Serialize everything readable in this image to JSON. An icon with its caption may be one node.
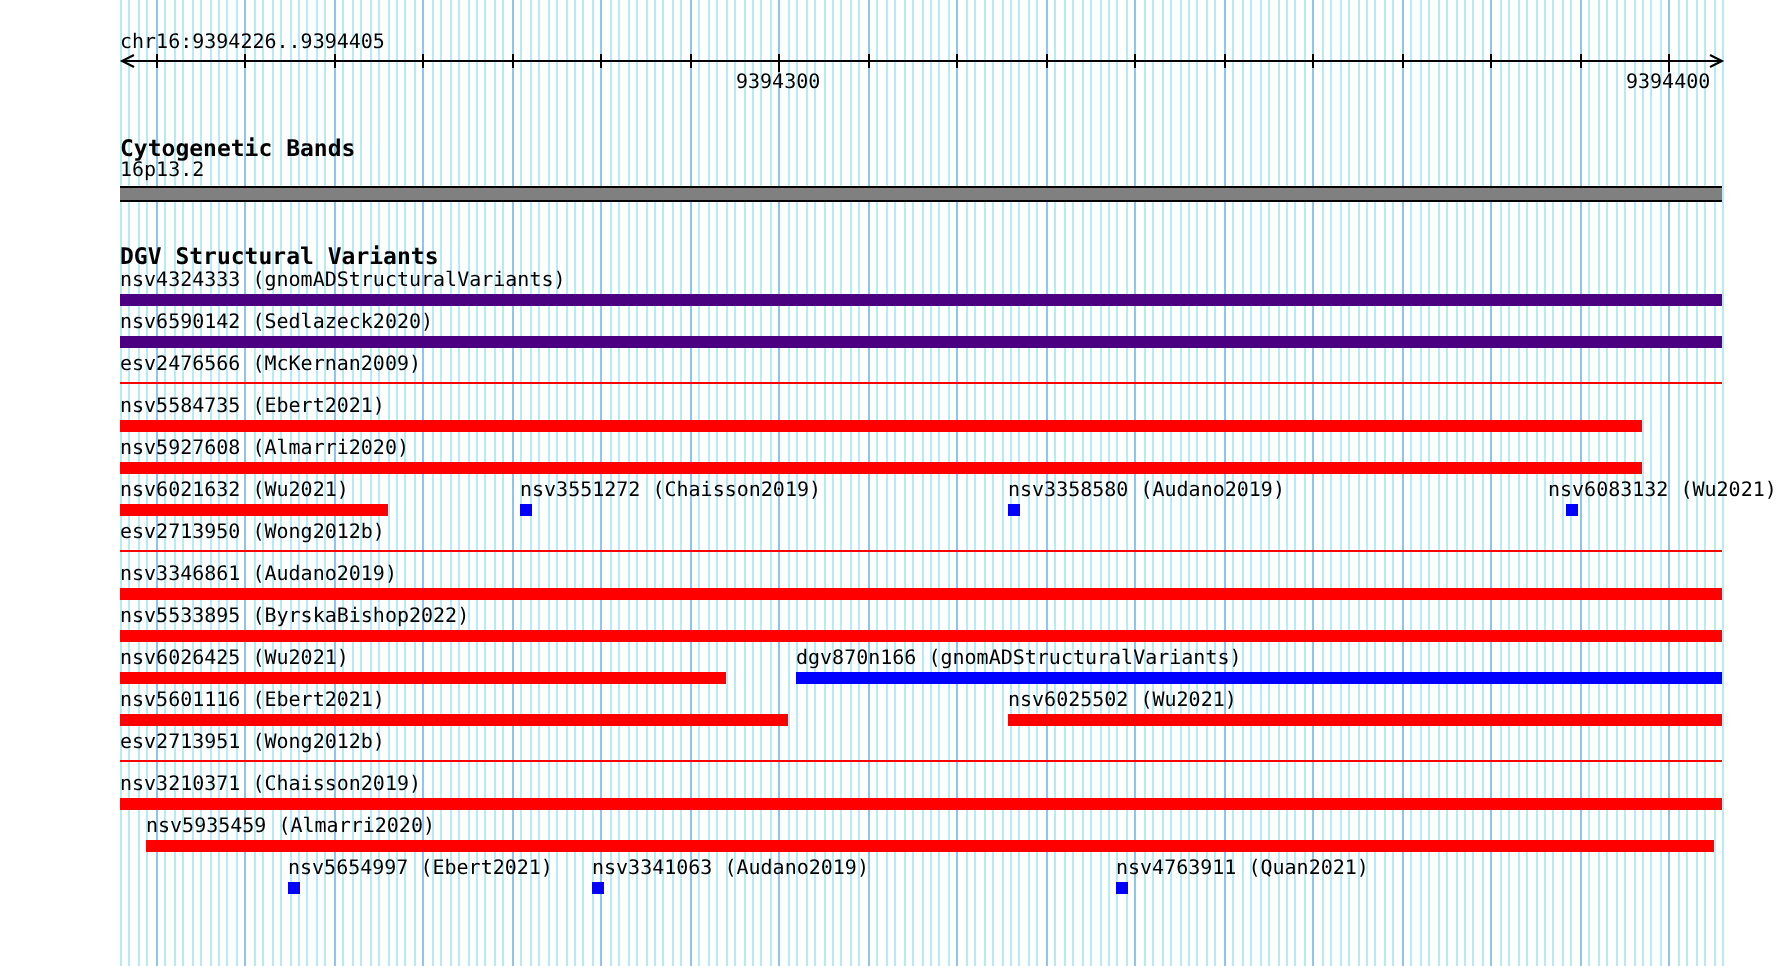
{
  "diagram": {
    "nodes": [
      {
        "text": [
          "16p13.2"
        ]
      },
      {
        "text": [
          "nsv4324333 (gnomADStructuralVariants)"
        ]
      },
      {
        "text": [
          "nsv6590142 (Sedlazeck2020)"
        ]
      },
      {
        "text": [
          "esv2476566 (McKernan2009)"
        ]
      },
      {
        "text": [
          "nsv5584735 (Ebert2021)"
        ]
      },
      {
        "text": [
          "nsv5927608 (Almarri2020)"
        ]
      },
      {
        "text": [
          "nsv6021632 (Wu2021)"
        ]
      },
      {
        "text": [
          "nsv3551272 (Chaisson2019)"
        ]
      },
      {
        "text": [
          "nsv3358580 (Audano2019)"
        ]
      },
      {
        "text": [
          "nsv6083132 (Wu2021)"
        ]
      },
      {
        "text": [
          "esv2713950 (Wong2012b)"
        ]
      },
      {
        "text": [
          "nsv3346861 (Audano2019)"
        ]
      },
      {
        "text": [
          "nsv5533895 (ByrskaBishop2022)"
        ]
      },
      {
        "text": [
          "nsv6026425 (Wu2021)"
        ]
      },
      {
        "text": [
          "dgv870n166 (gnomADStructuralVariants)"
        ]
      },
      {
        "text": [
          "nsv5601116 (Ebert2021)"
        ]
      },
      {
        "text": [
          "nsv6025502 (Wu2021)"
        ]
      },
      {
        "text": [
          "esv2713951 (Wong2012b)"
        ]
      },
      {
        "text": [
          "nsv3210371 (Chaisson2019)"
        ]
      },
      {
        "text": [
          "nsv5935459 (Almarri2020)"
        ]
      },
      {
        "text": [
          "nsv5654997 (Ebert2021)"
        ]
      },
      {
        "text": [
          "nsv3341063 (Audano2019)"
        ]
      },
      {
        "text": [
          "nsv4763911 (Quan2021)"
        ]
      }
    ],
    "labels": [
      "chr16:9394226..9394405",
      "9394300",
      "9394400",
      "Cytogenetic Bands",
      "DGV Structural Variants"
    ]
  }
}
